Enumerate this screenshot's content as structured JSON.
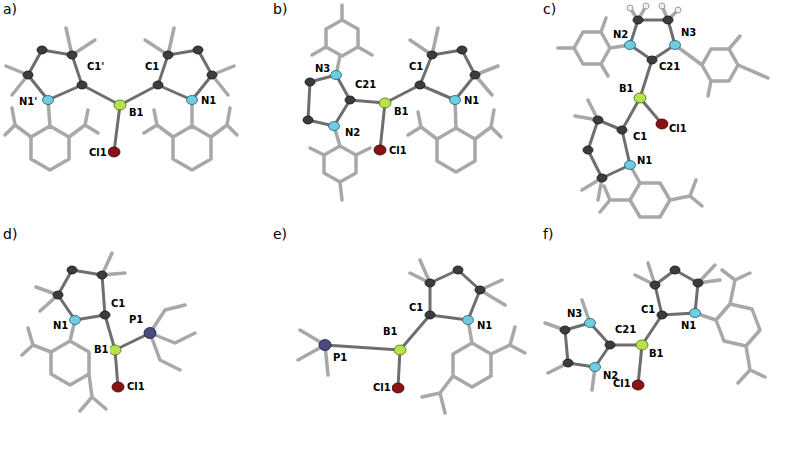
{
  "diagram": {
    "labels": [
      "a)",
      "N1'",
      "C1'",
      "B1",
      "C1",
      "N1",
      "Cl1",
      "b)",
      "N3",
      "C21",
      "B1",
      "C1",
      "N1",
      "N2",
      "Cl1",
      "c)",
      "N2",
      "C21",
      "N3",
      "B1",
      "C1",
      "Cl1",
      "N1",
      "d)",
      "N1",
      "C1",
      "B1",
      "P1",
      "Cl1",
      "e)",
      "C1",
      "N1",
      "P1",
      "B1",
      "Cl1",
      "f)",
      "N3",
      "C21",
      "B1",
      "C1",
      "N1",
      "N2",
      "Cl1"
    ]
  }
}
